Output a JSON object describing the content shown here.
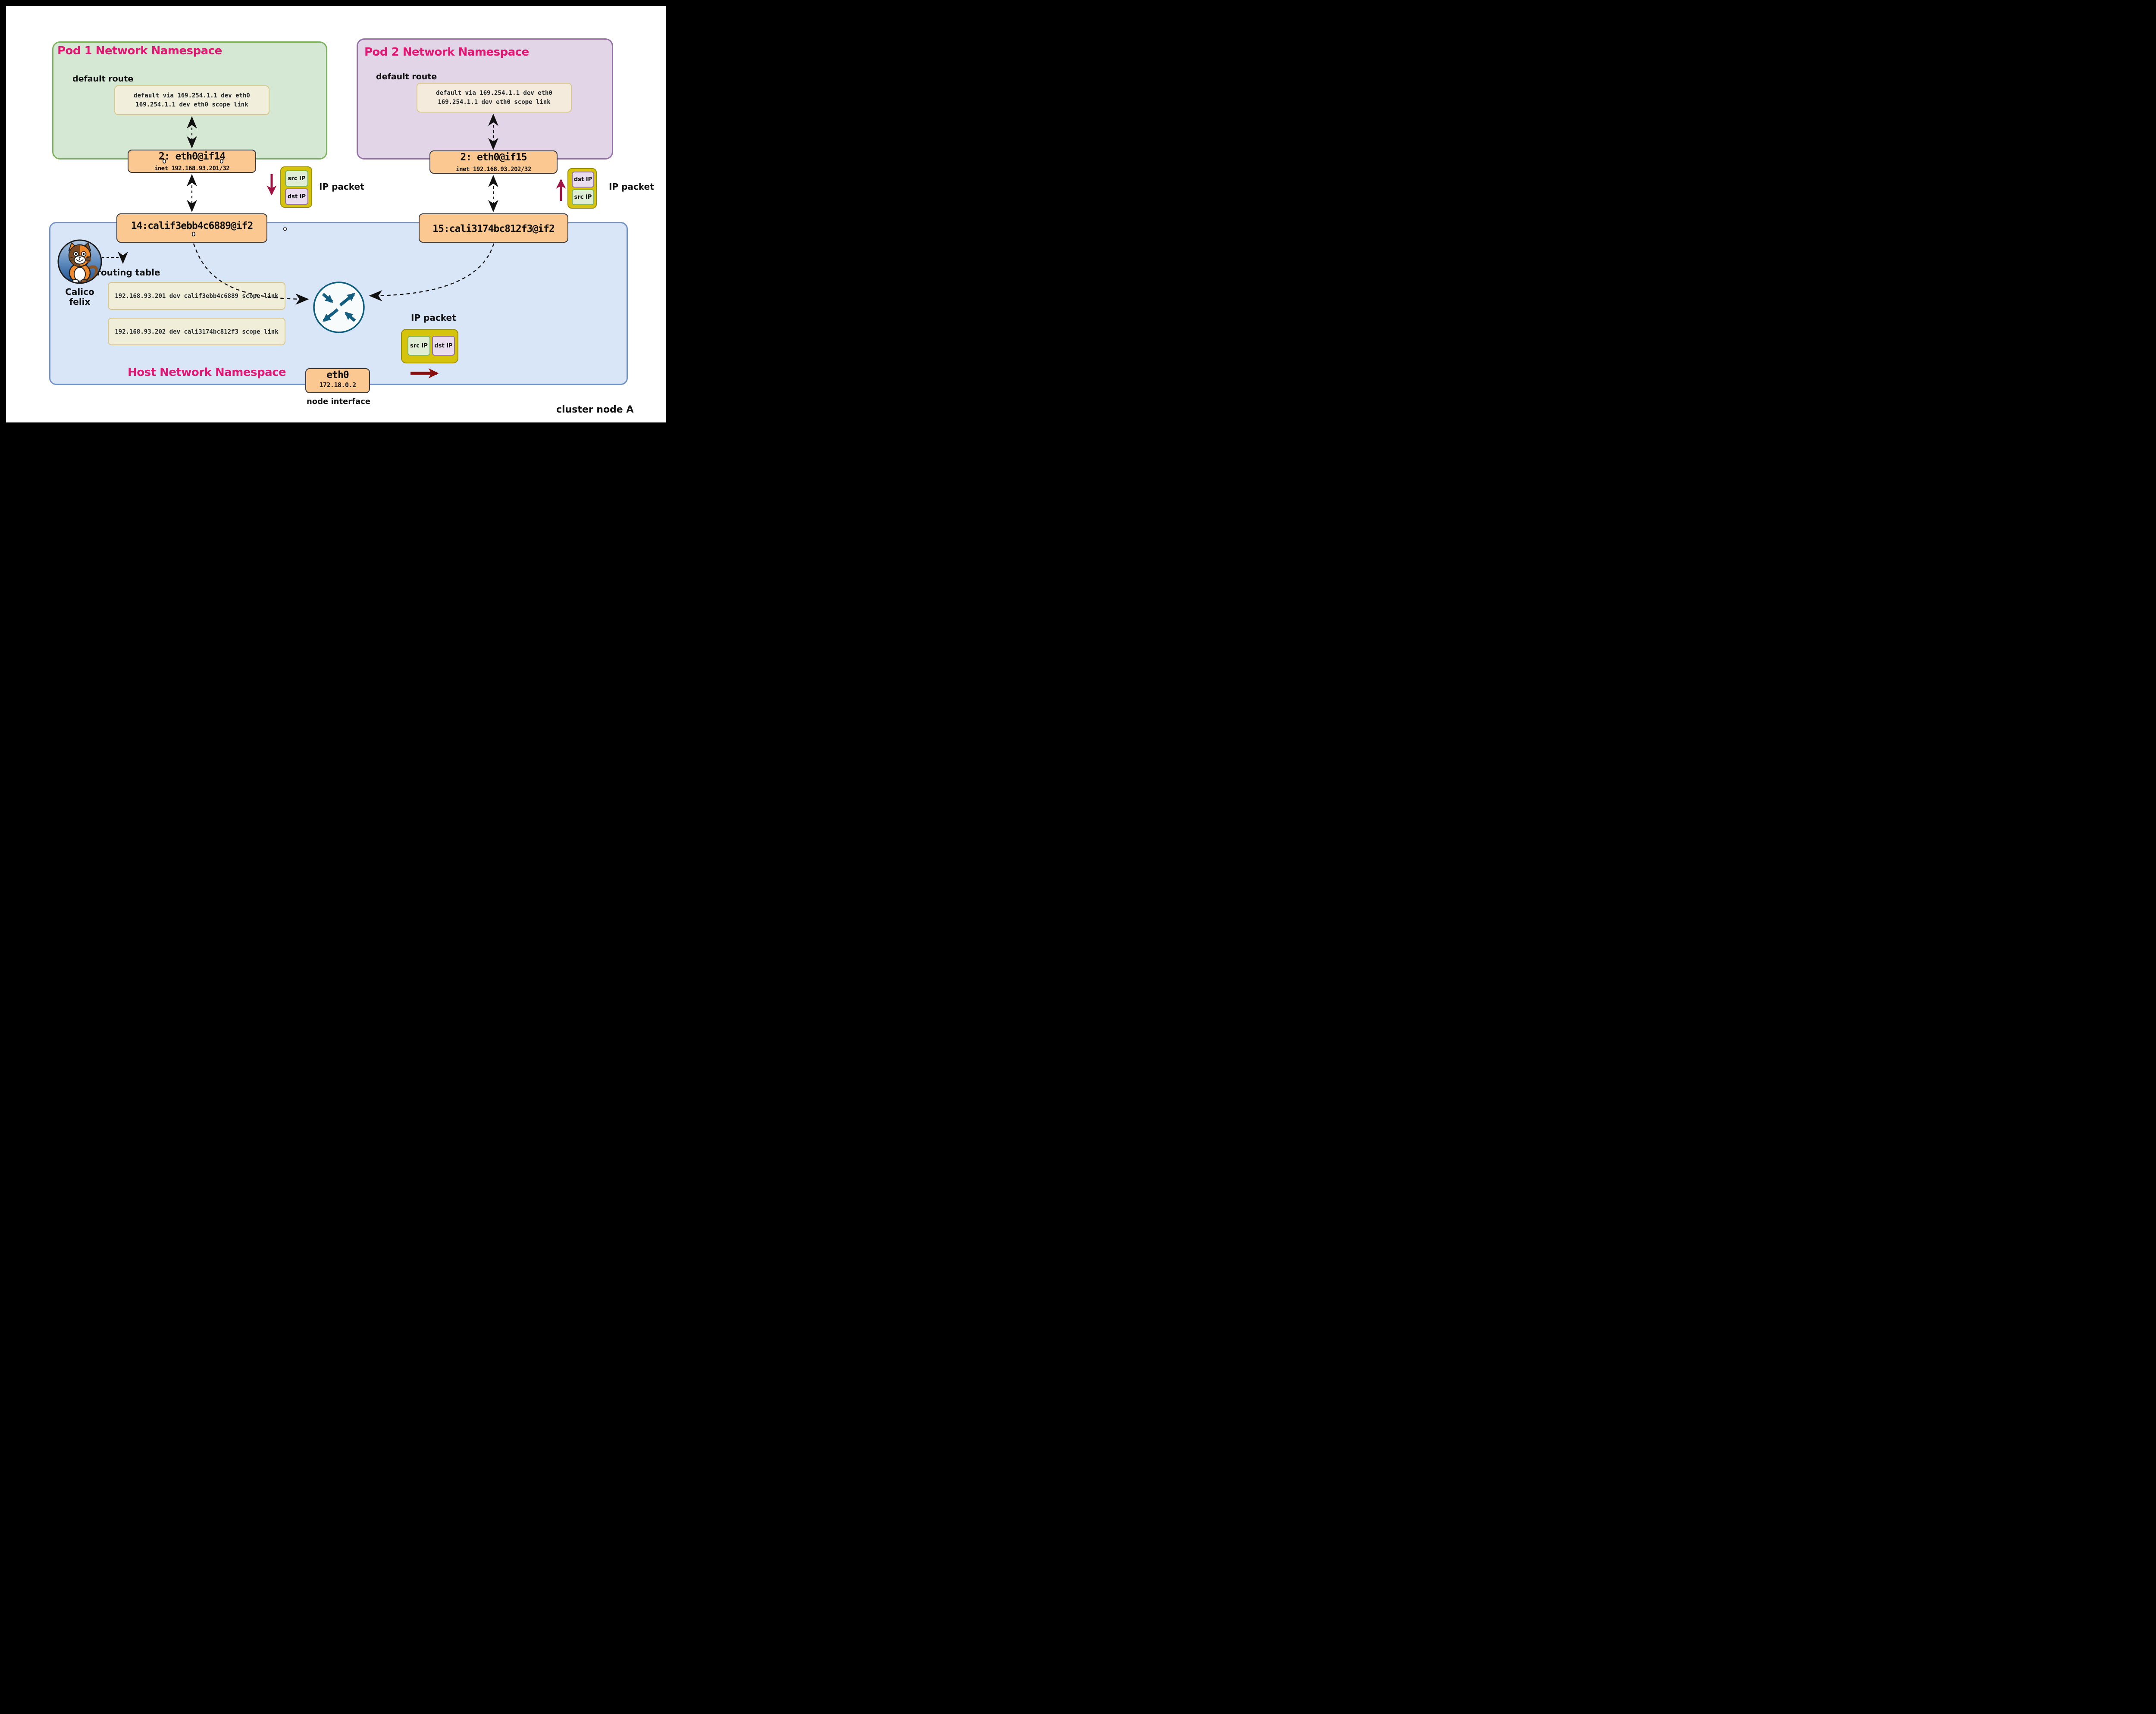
{
  "frame": {
    "cluster_label": "cluster node A"
  },
  "pod1": {
    "title": "Pod 1 Network Namespace",
    "route_label": "default route",
    "route_lines": [
      "default via 169.254.1.1 dev eth0",
      "169.254.1.1 dev eth0 scope link"
    ],
    "interface": {
      "title": "2: eth0@if14",
      "inet": "inet 192.168.93.201/32"
    }
  },
  "pod2": {
    "title": "Pod 2 Network Namespace",
    "route_label": "default route",
    "route_lines": [
      "default via 169.254.1.1 dev eth0",
      "169.254.1.1 dev eth0 scope link"
    ],
    "interface": {
      "title": "2: eth0@if15",
      "inet": "inet 192.168.93.202/32"
    }
  },
  "host": {
    "title": "Host Network Namespace",
    "calico": {
      "line1": "Calico",
      "line2": "felix"
    },
    "routing_table_label": "routing table",
    "routes": [
      "192.168.93.201 dev calif3ebb4c6889 scope link",
      "192.168.93.202 dev cali3174bc812f3 scope link"
    ],
    "veth1": {
      "title": "14:calif3ebb4c6889@if2"
    },
    "veth2": {
      "title": "15:cali3174bc812f3@if2"
    },
    "eth0": {
      "title": "eth0",
      "ip": "172.18.0.2",
      "label": "node interface"
    }
  },
  "packets": {
    "left": {
      "label": "IP packet",
      "fields": [
        "src IP",
        "dst IP"
      ]
    },
    "right": {
      "label": "IP packet",
      "fields": [
        "dst IP",
        "src IP"
      ]
    },
    "bottom": {
      "label": "IP packet",
      "fields": [
        "src IP",
        "dst IP"
      ]
    }
  },
  "colors": {
    "pod1_fill": "#D5E8D4",
    "pod1_border": "#7CB25E",
    "pod2_fill": "#E2D5E7",
    "pod2_border": "#9673A6",
    "host_fill": "#D9E6F8",
    "host_border": "#7594C6",
    "interface_fill": "#FBC891",
    "interface_border": "#3A3A3C",
    "route_fill": "#F1EEDB",
    "route_border": "#D8C88E",
    "packet_fill": "#D6C40C",
    "packet_border": "#9B8E08",
    "src_fill": "#DFEDD5",
    "dst_fill": "#E8DCEE",
    "title_pink": "#E31773",
    "arrow_maroon": "#A11244",
    "arrow_red": "#8B0E0E",
    "router_teal": "#0F5E7D"
  }
}
